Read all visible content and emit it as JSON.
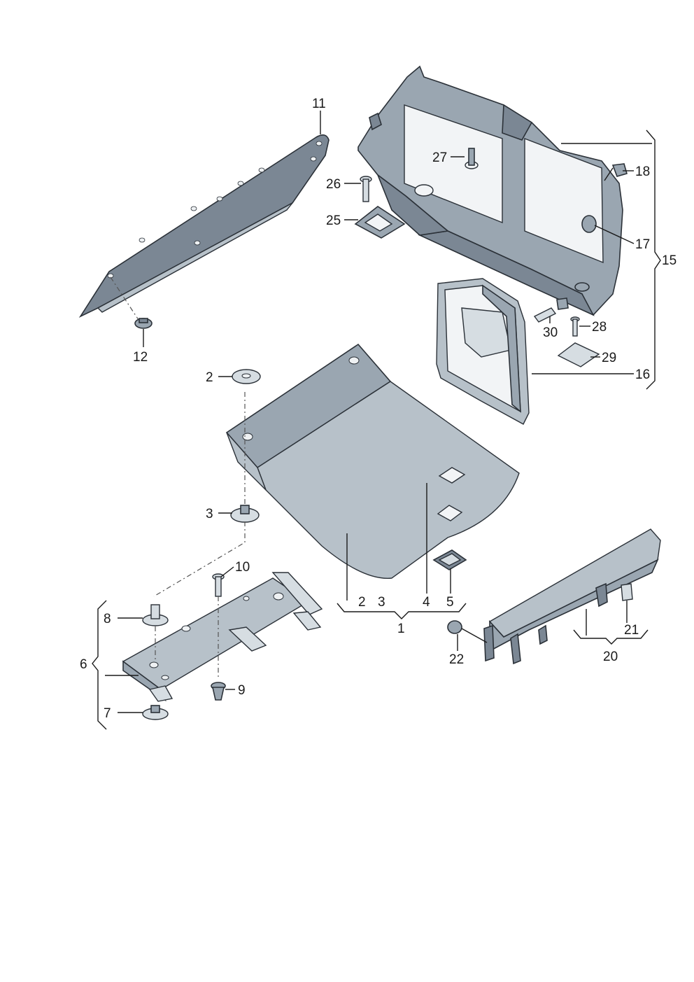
{
  "callouts": {
    "c1": "1",
    "c2": "2",
    "c2b": "2",
    "c3": "3",
    "c3b": "3",
    "c4": "4",
    "c5": "5",
    "c6": "6",
    "c7": "7",
    "c8": "8",
    "c9": "9",
    "c10": "10",
    "c11": "11",
    "c12": "12",
    "c15": "15",
    "c16": "16",
    "c17": "17",
    "c18": "18",
    "c20": "20",
    "c21": "21",
    "c22": "22",
    "c25": "25",
    "c26": "26",
    "c27": "27",
    "c28": "28",
    "c29": "29",
    "c30": "30"
  },
  "colors": {
    "part_dark": "#7b8794",
    "part_mid": "#9aa6b1",
    "part_light": "#b7c1c9",
    "line": "#1a1a1a"
  }
}
